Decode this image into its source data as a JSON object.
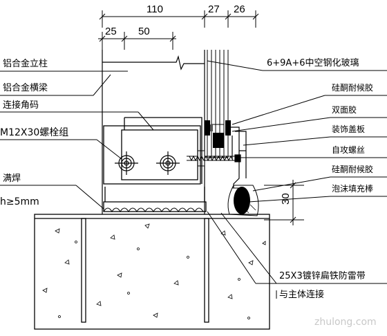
{
  "dimensions": {
    "top_total": "110",
    "top_a": "27",
    "top_b": "26",
    "sub_a": "25",
    "sub_b": "50",
    "height": "30"
  },
  "labels": {
    "aluminum_mullion": "铝合金立柱",
    "aluminum_transom": "铝合金横梁",
    "corner_connector": "连接角码",
    "bolt_group": "M12X30螺栓组",
    "full_weld": "满焊",
    "weld_height": "h≥5mm",
    "glass_spec": "6+9A+6中空钢化玻璃",
    "silicone_sealant_1": "硅酮耐候胶",
    "double_sided_tape": "双面胶",
    "decorative_cover": "装饰盖板",
    "self_tapping_screw": "自攻螺丝",
    "silicone_sealant_2": "硅酮耐候胶",
    "foam_backer_rod": "泡沫填充棒",
    "lightning_strip": "25X3镀锌扁铁防雷带",
    "main_structure_link": "与主体连接"
  },
  "watermark": "zhulong.com"
}
